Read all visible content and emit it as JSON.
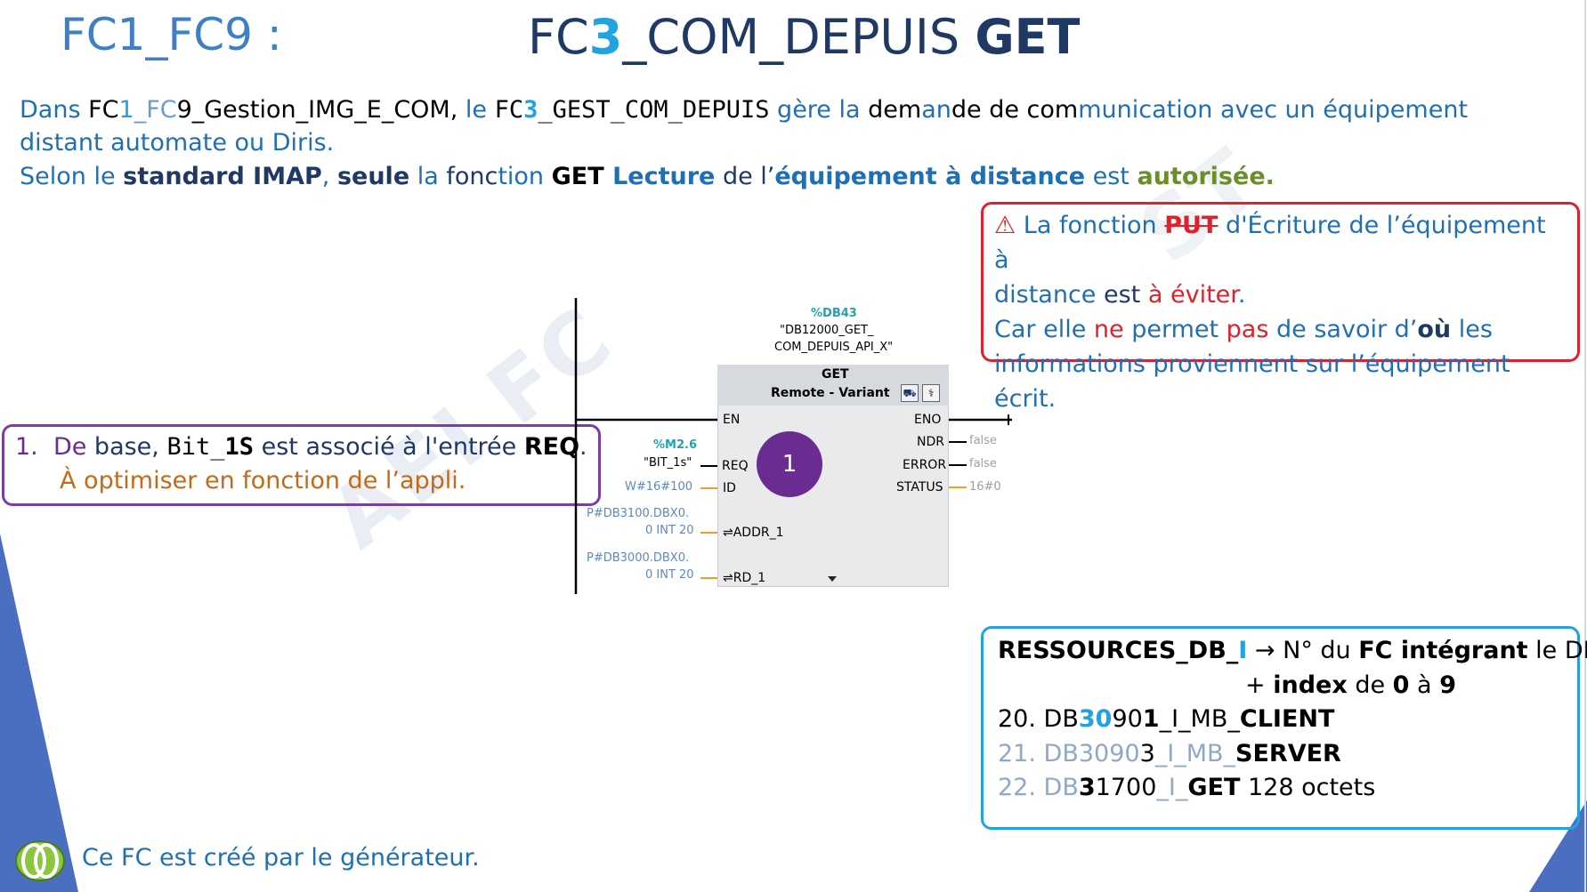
{
  "header": {
    "title_left": "FC1_FC9 :",
    "title_parts": [
      "FC",
      "3",
      "_COM_DEPUIS ",
      "GET"
    ]
  },
  "intro": {
    "l1_a": "Dans ",
    "l1_b": "FC",
    "l1_c": "1",
    "l1_d": "_FC",
    "l1_e": "9_Gestion_IMG_E_COM,",
    "l1_f": " le ",
    "l1_g": "FC",
    "l1_h": "3",
    "l1_i": "_GEST_COM_DEPUIS",
    "l1_j": " gère la ",
    "l1_k": "dem",
    "l1_l": "an",
    "l1_m": "de de ",
    "l1_n": "com",
    "l1_o": "munication avec un équipement",
    "l2": "distant automate ou Diris.",
    "l3_a": "Selon le ",
    "l3_b": "standard IMAP",
    "l3_c": ", ",
    "l3_d": "seule",
    "l3_e": " la ",
    "l3_f": "fonc",
    "l3_g": "tion ",
    "l3_h": "GET",
    "l3_i": " Lecture",
    "l3_j": " de l’",
    "l3_k": "équipement à distance",
    "l3_l": " est ",
    "l3_m": "autorisée."
  },
  "warning_box": {
    "icon": "warning-icon",
    "l1_a": " La fonction ",
    "l1_b": "PUT",
    "l1_c": " d'Écriture de l’équipement à",
    "l2_a": "distance",
    "l2_b": " est ",
    "l2_c": "à éviter",
    "l2_d": ".",
    "l3_a": "Car elle ",
    "l3_b": "ne",
    "l3_c": " permet ",
    "l3_d": "pas",
    "l3_e": " de savoir d’",
    "l3_f": "où",
    "l3_g": " les",
    "l4": "informations proviennent sur l’équipement écrit."
  },
  "note_box": {
    "num": "1.",
    "l1_a": "De",
    "l1_b": " base, ",
    "l1_c": "Bit_",
    "l1_d": "1S",
    "l1_e": " est associé à l'entrée ",
    "l1_f": "REQ",
    "l1_g": ".",
    "l2": "À optimiser en fonction de l’appli."
  },
  "resources_box": {
    "l1_a": "RESSOURCES_DB_",
    "l1_b": "I",
    "l1_c": " → N° du ",
    "l1_d": "FC intégrant",
    "l1_e": " le DFB",
    "l2_a": "+ ",
    "l2_b": "index",
    "l2_c": " de ",
    "l2_d": "0",
    "l2_e": " à ",
    "l2_f": "9",
    "items": [
      {
        "num": "20. ",
        "a": "DB",
        "b": "30",
        "c": "90",
        "d": "1",
        "e": "_I_MB_",
        "f": "CLIENT",
        "g": ""
      },
      {
        "num": "21. ",
        "a": "DB3090",
        "b": "",
        "c": "",
        "d": "3",
        "e": "_I_MB_",
        "f": "SERVER",
        "g": ""
      },
      {
        "num": "22. ",
        "a": "DB",
        "b": "",
        "c": "3",
        "d": "1700",
        "e": "_I_",
        "f": "GET",
        "g": " 128 octets"
      }
    ]
  },
  "diagram": {
    "db_addr": "%DB43",
    "db_name_1": "\"DB12000_GET_",
    "db_name_2": "COM_DEPUIS_API_X\"",
    "fb_title": "GET",
    "fb_sub_a": "Remote",
    "fb_sub_b": "-",
    "fb_sub_c": "Variant",
    "pin_en": "EN",
    "pin_eno": "ENO",
    "pin_req": "REQ",
    "pin_id": "ID",
    "pin_addr": "⇌ADDR_1",
    "pin_rd": "⇌RD_1",
    "pin_ndr": "NDR",
    "pin_error": "ERROR",
    "pin_status": "STATUS",
    "val_ndr": "false",
    "val_error": "false",
    "val_status": "16#0",
    "req_addr": "%M2.6",
    "req_name": "\"BIT_1s\"",
    "id_val": "W#16#100",
    "addr_1": "P#DB3100.DBX0.",
    "addr_2": "0 INT 20",
    "rd_1": "P#DB3000.DBX0.",
    "rd_2": "0 INT 20",
    "marker": "1"
  },
  "watermark": {
    "a": "AEI  FC",
    "b": "ST"
  },
  "footer": {
    "text": "Ce FC est créé par le générateur."
  },
  "colors": {
    "navy": "#1f3864",
    "cyan": "#21a3e0",
    "red": "#e0202a",
    "purple": "#6a2c91",
    "green": "#6a8f2a"
  }
}
